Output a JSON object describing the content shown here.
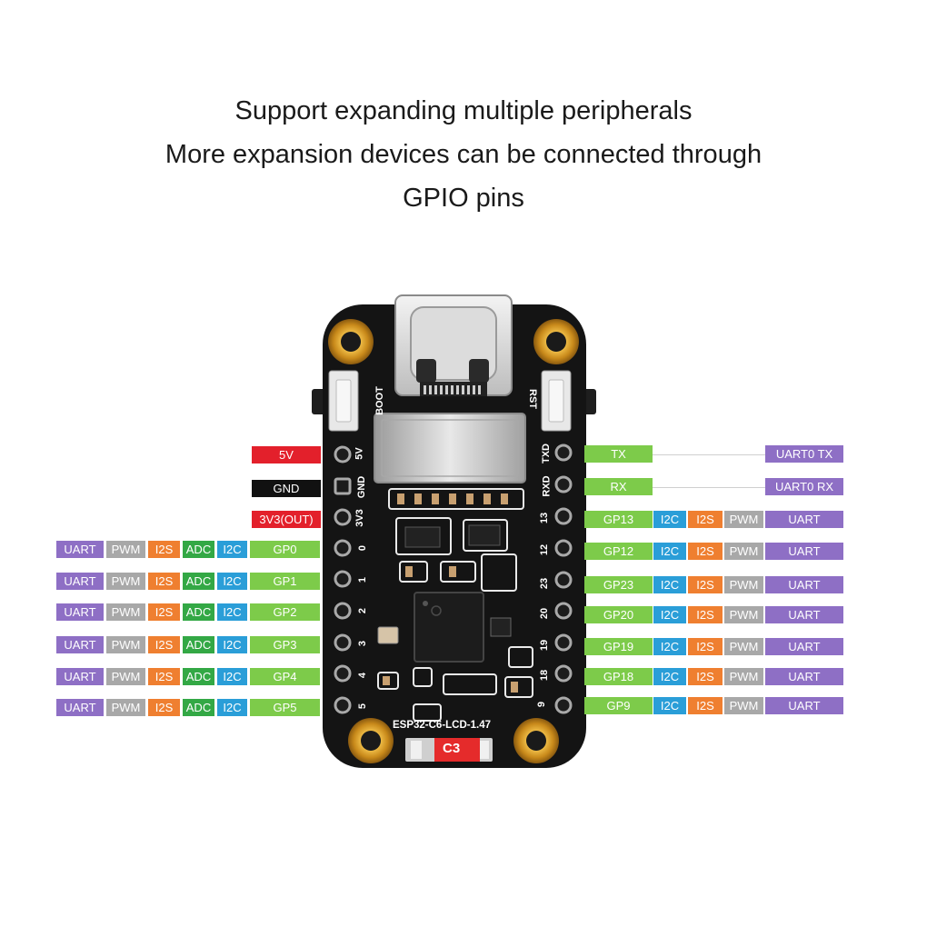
{
  "caption": {
    "line1": "Support expanding multiple peripherals",
    "line2": "More expansion devices can be connected through",
    "line3": "GPIO pins"
  },
  "board": {
    "name": "ESP32-C6-LCD-1.47",
    "badge": "C3",
    "boot_label": "BOOT",
    "rst_label": "RST"
  },
  "left_power": [
    {
      "text": "5V",
      "color": "#e3202b",
      "pin": "5V"
    },
    {
      "text": "GND",
      "color": "#111111",
      "pin": "GND"
    },
    {
      "text": "3V3(OUT)",
      "color": "#e3202b",
      "pin": "3V3"
    }
  ],
  "left_gpio": [
    {
      "pin": "0",
      "tags": [
        "UART",
        "PWM",
        "I2S",
        "ADC",
        "I2C",
        "GP0"
      ]
    },
    {
      "pin": "1",
      "tags": [
        "UART",
        "PWM",
        "I2S",
        "ADC",
        "I2C",
        "GP1"
      ]
    },
    {
      "pin": "2",
      "tags": [
        "UART",
        "PWM",
        "I2S",
        "ADC",
        "I2C",
        "GP2"
      ]
    },
    {
      "pin": "3",
      "tags": [
        "UART",
        "PWM",
        "I2S",
        "ADC",
        "I2C",
        "GP3"
      ]
    },
    {
      "pin": "4",
      "tags": [
        "UART",
        "PWM",
        "I2S",
        "ADC",
        "I2C",
        "GP4"
      ]
    },
    {
      "pin": "5",
      "tags": [
        "UART",
        "PWM",
        "I2S",
        "ADC",
        "I2C",
        "GP5"
      ]
    }
  ],
  "right_uart": [
    {
      "pin": "TXD",
      "name": "TX",
      "func": "UART0 TX"
    },
    {
      "pin": "RXD",
      "name": "RX",
      "func": "UART0 RX"
    }
  ],
  "right_gpio": [
    {
      "pin": "13",
      "tags": [
        "GP13",
        "I2C",
        "I2S",
        "PWM",
        "UART"
      ]
    },
    {
      "pin": "12",
      "tags": [
        "GP12",
        "I2C",
        "I2S",
        "PWM",
        "UART"
      ]
    },
    {
      "pin": "23",
      "tags": [
        "GP23",
        "I2C",
        "I2S",
        "PWM",
        "UART"
      ]
    },
    {
      "pin": "20",
      "tags": [
        "GP20",
        "I2C",
        "I2S",
        "PWM",
        "UART"
      ]
    },
    {
      "pin": "19",
      "tags": [
        "GP19",
        "I2C",
        "I2S",
        "PWM",
        "UART"
      ]
    },
    {
      "pin": "18",
      "tags": [
        "GP18",
        "I2C",
        "I2S",
        "PWM",
        "UART"
      ]
    },
    {
      "pin": "9",
      "tags": [
        "GP9",
        "I2C",
        "I2S",
        "PWM",
        "UART"
      ]
    }
  ],
  "colors": {
    "UART": "#8e6fc5",
    "PWM": "#a8a8a8",
    "I2S": "#ef7f30",
    "ADC": "#33a845",
    "I2C": "#2a9ed8",
    "GP": "#7dcb4a",
    "board": "#141414"
  }
}
